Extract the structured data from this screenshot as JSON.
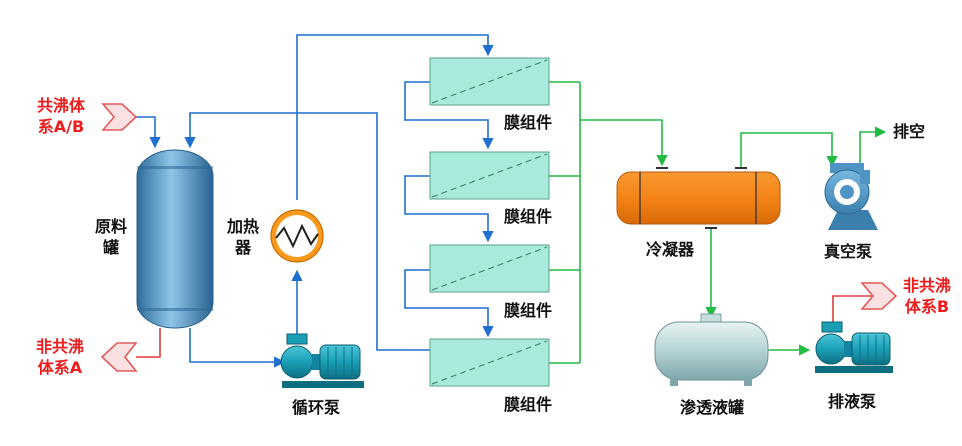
{
  "labels": {
    "feed_tank": "原料\n罐",
    "heater": "加热\n器",
    "circulation_pump": "循环泵",
    "membrane_1": "膜组件",
    "membrane_2": "膜组件",
    "membrane_3": "膜组件",
    "membrane_4": "膜组件",
    "condenser": "冷凝器",
    "vacuum_pump": "真空泵",
    "vent": "排空",
    "permeate_tank": "渗透液罐",
    "drain_pump": "排液泵",
    "azeotrope_in": "共沸体\n系A/B",
    "non_azeotrope_a": "非共沸\n体系A",
    "non_azeotrope_b": "非共沸\n体系B"
  },
  "colors": {
    "feed_line": "#1f6fd0",
    "vacuum_line": "#22bb44",
    "outlet_line": "#e23a3a",
    "membrane_fill": "#a8eadb",
    "condenser_fill": "#f58a1c",
    "heater_fill": "#f99a1e",
    "pump_fill": "#1aa0b8",
    "label_red": "#ee1c1c"
  },
  "icons": {
    "inlet_arrow": "chevron-arrow-icon",
    "outlet_arrow": "chevron-arrow-icon",
    "heater": "sine-wave-icon",
    "vacuum_pump": "vacuum-pump-icon",
    "pump": "centrifugal-pump-icon"
  }
}
